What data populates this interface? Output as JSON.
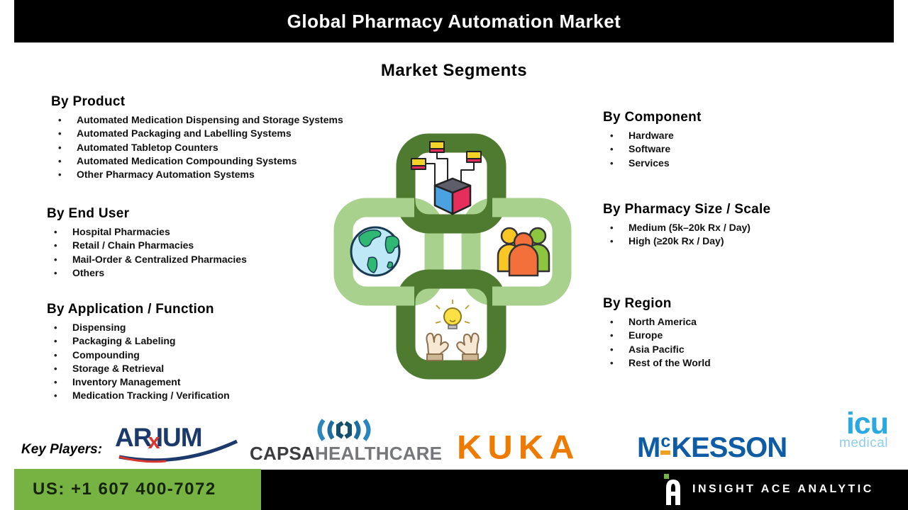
{
  "header": {
    "title": "Global Pharmacy Automation Market"
  },
  "subtitle": "Market Segments",
  "segments": {
    "left": [
      {
        "heading": "By Product",
        "items": [
          "Automated Medication Dispensing and Storage Systems",
          "Automated Packaging and Labelling Systems",
          "Automated Tabletop Counters",
          "Automated Medication Compounding Systems",
          "Other Pharmacy Automation Systems"
        ]
      },
      {
        "heading": "By End User",
        "items": [
          "Hospital Pharmacies",
          "Retail / Chain Pharmacies",
          "Mail-Order & Centralized Pharmacies",
          "Others"
        ]
      },
      {
        "heading": "By Application / Function",
        "items": [
          "Dispensing",
          "Packaging & Labeling",
          "Compounding",
          "Storage & Retrieval",
          "Inventory Management",
          "Medication Tracking / Verification"
        ]
      }
    ],
    "right": [
      {
        "heading": "By Component",
        "items": [
          "Hardware",
          "Software",
          "Services"
        ]
      },
      {
        "heading": "By Pharmacy Size / Scale",
        "items": [
          "Medium (5k–20k Rx / Day)",
          "High (≥20k Rx / Day)"
        ]
      },
      {
        "heading": "By Region",
        "items": [
          "North America",
          "Europe",
          "Asia Pacific",
          "Rest of the World"
        ]
      }
    ]
  },
  "center_art": {
    "links": [
      {
        "position": "top",
        "color": "#4e7b2f",
        "icon": "product-network-icon"
      },
      {
        "position": "left",
        "color": "#a9d18e",
        "icon": "globe-icon"
      },
      {
        "position": "right",
        "color": "#a9d18e",
        "icon": "people-group-icon"
      },
      {
        "position": "bottom",
        "color": "#4e7b2f",
        "icon": "idea-hands-icon"
      }
    ]
  },
  "key_players": {
    "label": "Key Players:",
    "logos": [
      {
        "name": "ARxIUM",
        "part1": "AR",
        "part2": "x",
        "part3": "IUM"
      },
      {
        "name": "Capsa Healthcare",
        "part1": "CAPSA",
        "part2": "HEALTHCARE"
      },
      {
        "name": "KUKA",
        "part1": "KUKA"
      },
      {
        "name": "McKesson",
        "part1": "M",
        "part2": "c",
        "part3": "KESSON"
      },
      {
        "name": "ICU Medical",
        "part1": "icu",
        "part2": "medical"
      }
    ]
  },
  "footer": {
    "phone": "US: +1 607 400-7072",
    "brand": "INSIGHT ACE ANALYTIC"
  },
  "colors": {
    "header_bg": "#000000",
    "link_dark_green": "#4e7b2f",
    "link_light_green": "#a9d18e",
    "footer_green": "#77b342",
    "kuka_orange": "#ef7a00",
    "mckesson_blue": "#0e5ba6",
    "mckesson_accent": "#f0a01e",
    "icu_blue": "#29a9e0",
    "arxium_navy": "#1b3a6b",
    "arxium_red": "#d6372e"
  }
}
